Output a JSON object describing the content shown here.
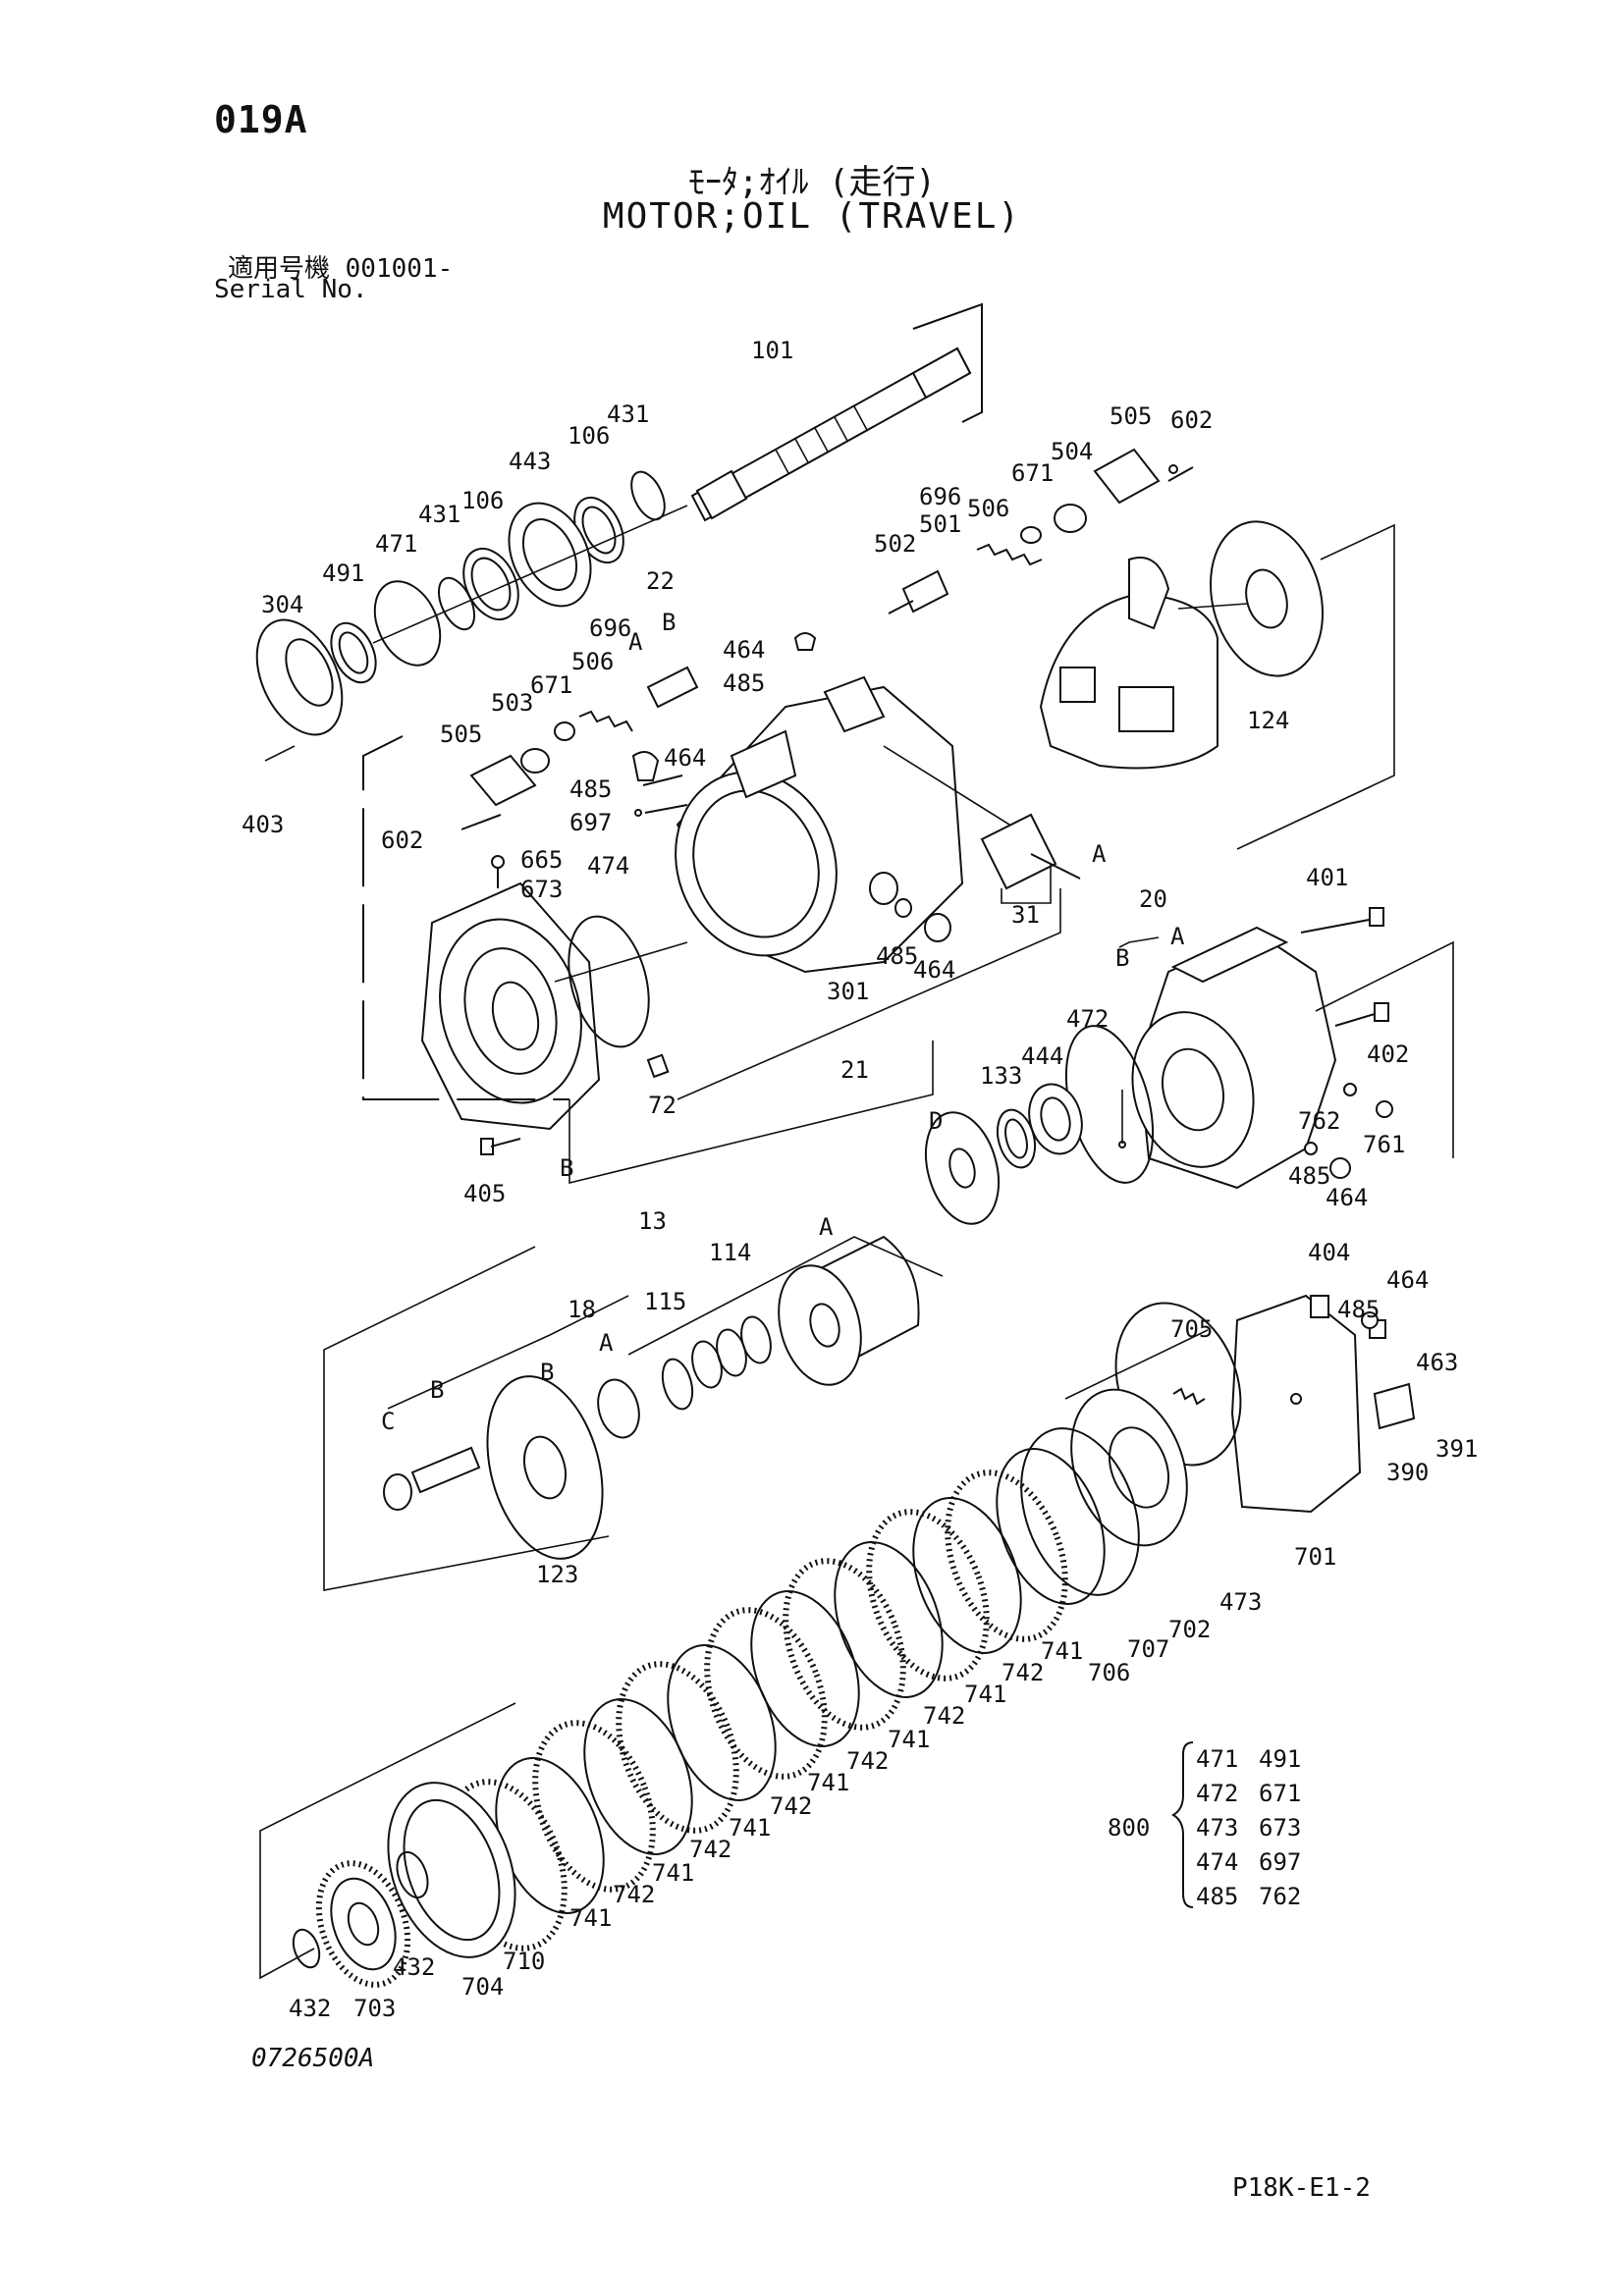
{
  "header": {
    "page_code": "019A",
    "title_jp": "ﾓｰﾀ;ｵｲﾙ (走行)",
    "title_en": "MOTOR;OIL (TRAVEL)",
    "serial_label_jp": "適用号機  001001-",
    "serial_label_en": "Serial No."
  },
  "footer": {
    "diagram_no": "0726500A",
    "page_ref": "P18K-E1-2"
  },
  "kit": {
    "number": "800",
    "rows": [
      [
        "471",
        "491"
      ],
      [
        "472",
        "671"
      ],
      [
        "473",
        "673"
      ],
      [
        "474",
        "697"
      ],
      [
        "485",
        "762"
      ]
    ]
  },
  "callouts": {
    "c101": "101",
    "c431a": "431",
    "c106a": "106",
    "c443": "443",
    "c431b": "431",
    "c106b": "106",
    "c471": "471",
    "c491": "491",
    "c304": "304",
    "c403": "403",
    "c505a": "505",
    "c602a": "602",
    "c504": "504",
    "c671a": "671",
    "c696a": "696",
    "c501": "501",
    "c506a": "506",
    "c502": "502",
    "c22": "22",
    "c696b": "696",
    "c506b": "506",
    "c671b": "671",
    "c503": "503",
    "c464a": "464",
    "c485a": "485",
    "c464b": "464",
    "c485b": "485",
    "c697": "697",
    "c505b": "505",
    "c602b": "602",
    "c665": "665",
    "c673": "673",
    "c474": "474",
    "c124": "124",
    "c31": "31",
    "c301": "301",
    "c485c": "485",
    "c464c": "464",
    "c72": "72",
    "c21": "21",
    "c405": "405",
    "c20": "20",
    "c401": "401",
    "c472": "472",
    "c133": "133",
    "c444": "444",
    "c402": "402",
    "c762": "762",
    "c761": "761",
    "c485d": "485",
    "c464d": "464",
    "c13": "13",
    "c114": "114",
    "c115": "115",
    "c18": "18",
    "c123": "123",
    "c404": "404",
    "c464e": "464",
    "c485e": "485",
    "c463": "463",
    "c705": "705",
    "c391": "391",
    "c390": "390",
    "c701": "701",
    "c473": "473",
    "c702": "702",
    "c707": "707",
    "c706": "706",
    "c741a": "741",
    "c742a": "742",
    "c741b": "741",
    "c742b": "742",
    "c741c": "741",
    "c742c": "742",
    "c741d": "741",
    "c742d": "742",
    "c741e": "741",
    "c742e": "742",
    "c741f": "741",
    "c742f": "742",
    "c741g": "741",
    "c710": "710",
    "c704": "704",
    "c432a": "432",
    "c703": "703",
    "c432b": "432"
  },
  "letters": {
    "a": "A",
    "b": "B",
    "c": "C",
    "d": "D"
  }
}
